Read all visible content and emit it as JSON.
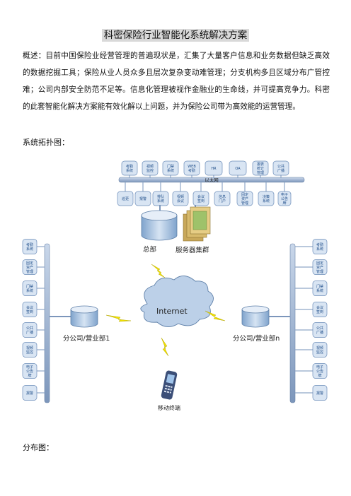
{
  "title": "科密保险行业智能化系统解决方案",
  "overview_label": "概述：",
  "overview_text": "目前中国保险业经营管理的普遍现状是，汇集了大量客户信息和业务数据但缺乏高效的数据挖掘工具；保险从业人员众多且层次复杂变动难管理；分支机构多且区域分布广管控难；公司内部安全防范不足等。信息化管理被视作金融业的生命线，并可提高竞争力。科密的此套智能化解决方案能有效化解以上问题，并为保险公司带为高效能的运营管理。",
  "topology_label": "系统拓扑图：",
  "distribution_label": "分布图：",
  "diagram": {
    "top_row": [
      "考勤系统",
      "视频监控",
      "门禁系统",
      "WEB考勤",
      "HR",
      "OA",
      "报表统计管理",
      "公共广播"
    ],
    "bus_label": "以太网",
    "bottom_row": [
      "巡更",
      "报警",
      "排队系统",
      "视频会议",
      "会议签到",
      "信息门户",
      "固定资产管理",
      "决策系统",
      "电子公告牌"
    ],
    "hq_label": "总部",
    "server_label": "服务器集群",
    "internet_label": "Internet",
    "branch_left_label": "分公司/营业部1",
    "branch_right_label": "分公司/营业部n",
    "mobile_label": "移动终端",
    "left_column": [
      "考勤系统",
      "固定资产管理",
      "门禁系统",
      "会议签到",
      "公共广播",
      "视频监控",
      "电子公告牌",
      "报警"
    ],
    "right_column": [
      "考勤系统",
      "固定资产管理",
      "门禁系统",
      "会议签到",
      "公共广播",
      "视频监控",
      "电子公告牌",
      "报警"
    ]
  },
  "colors": {
    "node_fill": "#d9e5f3",
    "node_stroke": "#6b8cb8",
    "bus": "#8fa7c7",
    "bolt": "#f2e200",
    "cylinder": "#a9c4e0"
  }
}
